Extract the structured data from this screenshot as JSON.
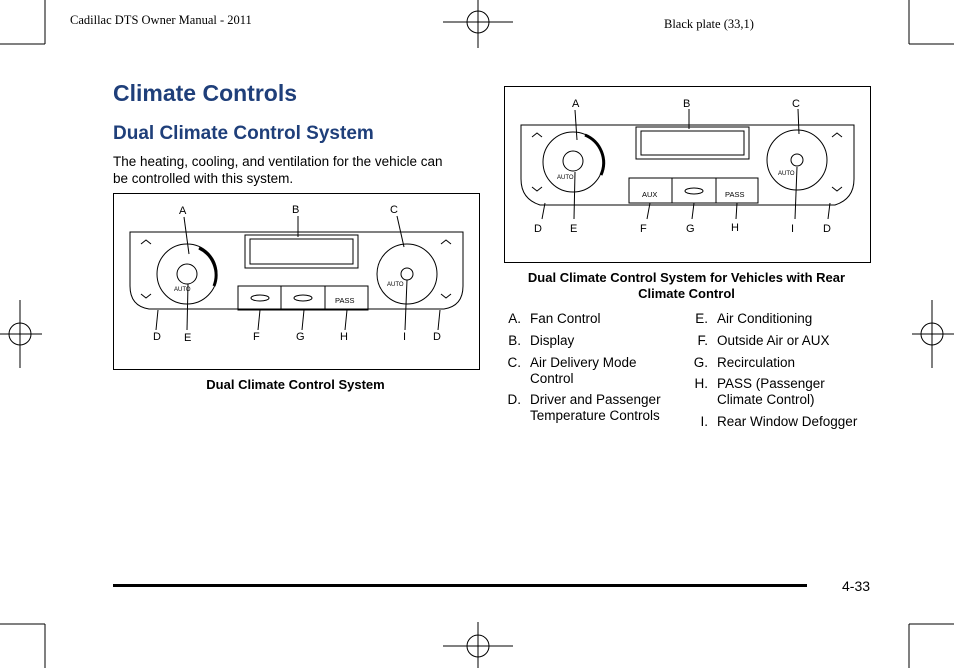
{
  "header": {
    "left": "Cadillac DTS Owner Manual - 2011",
    "right": "Black plate (33,1)"
  },
  "title": "Climate Controls",
  "subtitle": "Dual Climate Control System",
  "intro": [
    "The heating, cooling, and ventilation for the vehicle can",
    "be controlled with this system."
  ],
  "figure1": {
    "caption": "Dual Climate Control System",
    "callouts_top": [
      "A",
      "B",
      "C"
    ],
    "callouts_bottom": [
      "D",
      "E",
      "F",
      "G",
      "H",
      "I",
      "D"
    ],
    "auto_label": "AUTO",
    "pass_label": "PASS"
  },
  "figure2": {
    "caption_line1": "Dual Climate Control System for Vehicles with Rear",
    "caption_line2": "Climate Control",
    "callouts_top": [
      "A",
      "B",
      "C"
    ],
    "callouts_bottom": [
      "D",
      "E",
      "F",
      "G",
      "H",
      "I",
      "D"
    ],
    "auto_label": "AUTO",
    "aux_label": "AUX",
    "pass_label": "PASS"
  },
  "legend": {
    "left": [
      {
        "key": "A.",
        "text": [
          "Fan Control"
        ]
      },
      {
        "key": "B.",
        "text": [
          "Display"
        ]
      },
      {
        "key": "C.",
        "text": [
          "Air Delivery Mode",
          "Control"
        ]
      },
      {
        "key": "D.",
        "text": [
          "Driver and Passenger",
          "Temperature Controls"
        ]
      }
    ],
    "right": [
      {
        "key": "E.",
        "text": [
          "Air Conditioning"
        ]
      },
      {
        "key": "F.",
        "text": [
          "Outside Air or AUX"
        ]
      },
      {
        "key": "G.",
        "text": [
          "Recirculation"
        ]
      },
      {
        "key": "H.",
        "text": [
          "PASS (Passenger",
          "Climate Control)"
        ]
      },
      {
        "key": "I.",
        "text": [
          "Rear Window Defogger"
        ]
      }
    ]
  },
  "page_number": "4-33"
}
